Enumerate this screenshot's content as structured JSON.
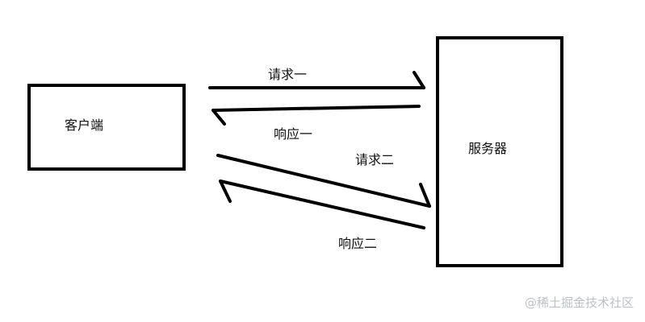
{
  "diagram": {
    "nodes": {
      "client": {
        "label": "客户端"
      },
      "server": {
        "label": "服务器"
      }
    },
    "edges": [
      {
        "id": "request-1",
        "from": "client",
        "to": "server",
        "label": "请求一"
      },
      {
        "id": "response-1",
        "from": "server",
        "to": "client",
        "label": "响应一"
      },
      {
        "id": "request-2",
        "from": "client",
        "to": "server",
        "label": "请求二"
      },
      {
        "id": "response-2",
        "from": "server",
        "to": "client",
        "label": "响应二"
      }
    ]
  },
  "watermark": {
    "text": "@稀土掘金技术社区"
  },
  "colors": {
    "stroke": "#000000",
    "background": "#ffffff",
    "watermark": "#bcc1c7"
  }
}
